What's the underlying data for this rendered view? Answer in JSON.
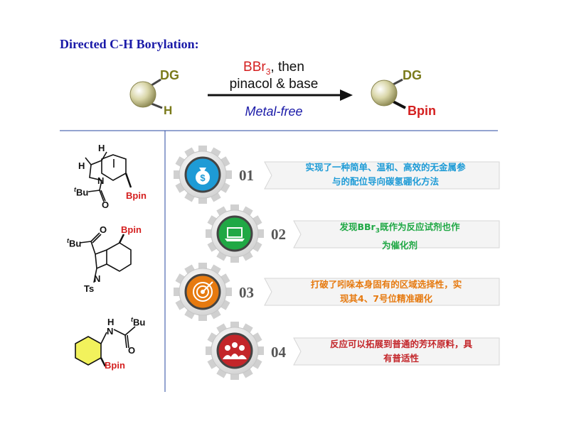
{
  "title": "Directed C-H Borylation:",
  "scheme": {
    "reagent_main": "BBr",
    "reagent_sub": "3",
    "reagent_suffix": ", then",
    "condition_line2": "pinacol & base",
    "condition_line3": "Metal-free",
    "start_dg": "DG",
    "start_h": "H",
    "product_dg": "DG",
    "product_bpin": "Bpin"
  },
  "molecules": [
    {
      "h1": "H",
      "h2": "H",
      "n": "N",
      "tbu_sup": "t",
      "tbu": "Bu",
      "o": "O",
      "bpin": "Bpin"
    },
    {
      "tbu_sup": "t",
      "tbu": "Bu",
      "o": "O",
      "bpin": "Bpin",
      "n": "N",
      "ts": "Ts"
    },
    {
      "h": "H",
      "n": "N",
      "tbu_sup": "t",
      "tbu": "Bu",
      "o": "O",
      "bpin": "Bpin"
    }
  ],
  "items": [
    {
      "number": "01",
      "line1": "实现了一种简单、温和、高效的无金属参",
      "line2": "与的配位导向碳氢硼化方法",
      "color": "#1e9bd6",
      "icon": "money-bag-icon"
    },
    {
      "number": "02",
      "line1_a": "发现BBr",
      "line1_sub": "3",
      "line1_b": "既作为反应试剂也作",
      "line2": "为催化剂",
      "color": "#20a845",
      "icon": "laptop-icon"
    },
    {
      "number": "03",
      "line1": "打破了吲哚本身固有的区域选择性，实",
      "line2": "现其4、7号位精准硼化",
      "color": "#e67a10",
      "icon": "target-icon"
    },
    {
      "number": "04",
      "line1": "反应可以拓展到普通的芳环原料，具",
      "line2": "有普适性",
      "color": "#c3262a",
      "icon": "people-icon"
    }
  ]
}
